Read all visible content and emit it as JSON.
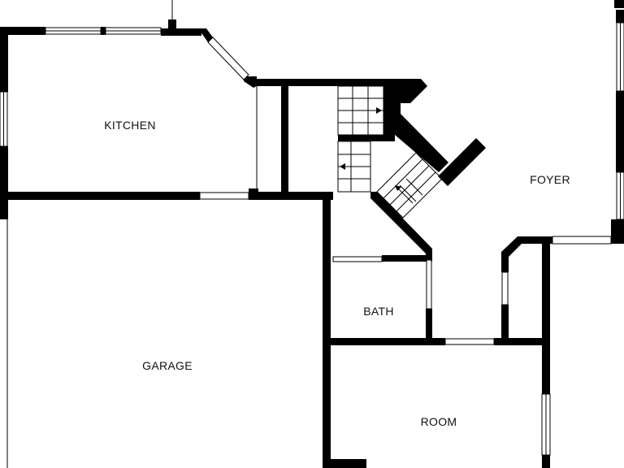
{
  "floor_plan": {
    "rooms": {
      "kitchen": "KITCHEN",
      "foyer": "FOYER",
      "bath": "BATH",
      "garage": "GARAGE",
      "room": "ROOM"
    },
    "colors": {
      "wall": "#000000",
      "background": "#ffffff",
      "label": "#111111"
    }
  }
}
